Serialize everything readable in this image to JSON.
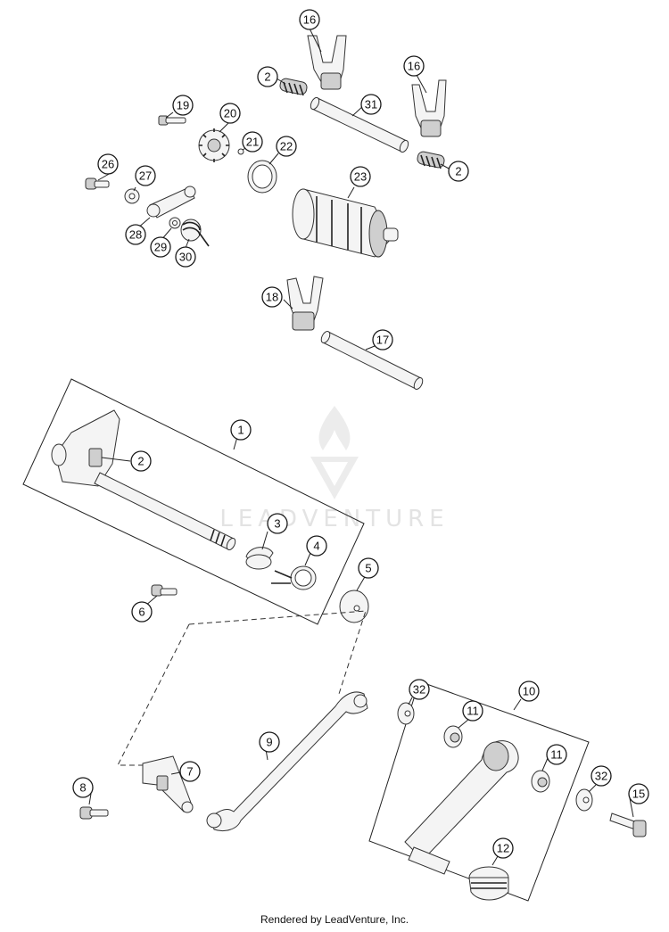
{
  "watermark": {
    "text": "LEADVENTURE"
  },
  "footer": {
    "text": "Rendered by LeadVenture, Inc."
  },
  "callouts": {
    "c1": "1",
    "c2a": "2",
    "c2b": "2",
    "c2c": "2",
    "c3": "3",
    "c4": "4",
    "c5": "5",
    "c6": "6",
    "c7": "7",
    "c8": "8",
    "c9": "9",
    "c10": "10",
    "c11a": "11",
    "c11b": "11",
    "c12": "12",
    "c15": "15",
    "c16a": "16",
    "c16b": "16",
    "c17": "17",
    "c18": "18",
    "c19": "19",
    "c20": "20",
    "c21": "21",
    "c22": "22",
    "c23": "23",
    "c26": "26",
    "c27": "27",
    "c28": "28",
    "c29": "29",
    "c30": "30",
    "c31": "31",
    "c32a": "32",
    "c32b": "32"
  }
}
